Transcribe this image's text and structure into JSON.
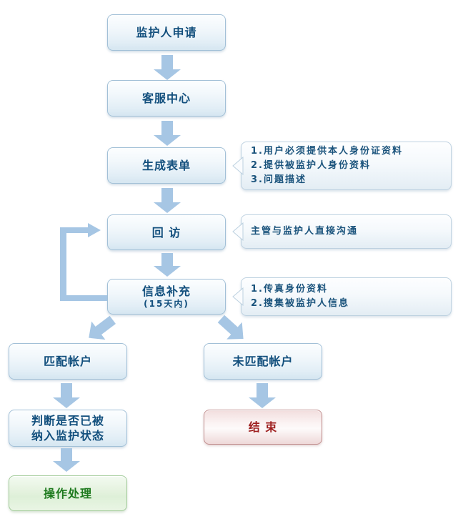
{
  "nodes": {
    "apply": {
      "label": "监护人申请"
    },
    "service": {
      "label": "客服中心"
    },
    "form": {
      "label": "生成表单"
    },
    "visit": {
      "label": "回 访"
    },
    "supplement": {
      "label": "信息补充",
      "sublabel": "(15天内)"
    },
    "matched": {
      "label": "匹配帐户"
    },
    "unmatched": {
      "label": "未匹配帐户"
    },
    "judge": {
      "line1": "判断是否已被",
      "line2": "纳入监护状态"
    },
    "end": {
      "label": "结 束"
    },
    "process": {
      "label": "操作处理"
    }
  },
  "callouts": {
    "form_note": {
      "line1": "1.用户必须提供本人身份证资料",
      "line2": "2.提供被监护人身份资料",
      "line3": "3.问题描述"
    },
    "visit_note": {
      "line1": "主管与监护人直接沟通"
    },
    "supplement_note": {
      "line1": "1.传真身份资料",
      "line2": "2.搜集被监护人信息"
    }
  },
  "colors": {
    "node_text_blue": "#124f7d",
    "node_border_blue": "#a2c0d7",
    "arrow_blue": "#a6c6e4",
    "end_text_red": "#9e1f1f",
    "end_border_red": "#c18f8f",
    "process_text_green": "#1e7a1e",
    "process_border_green": "#a2cb9a"
  }
}
